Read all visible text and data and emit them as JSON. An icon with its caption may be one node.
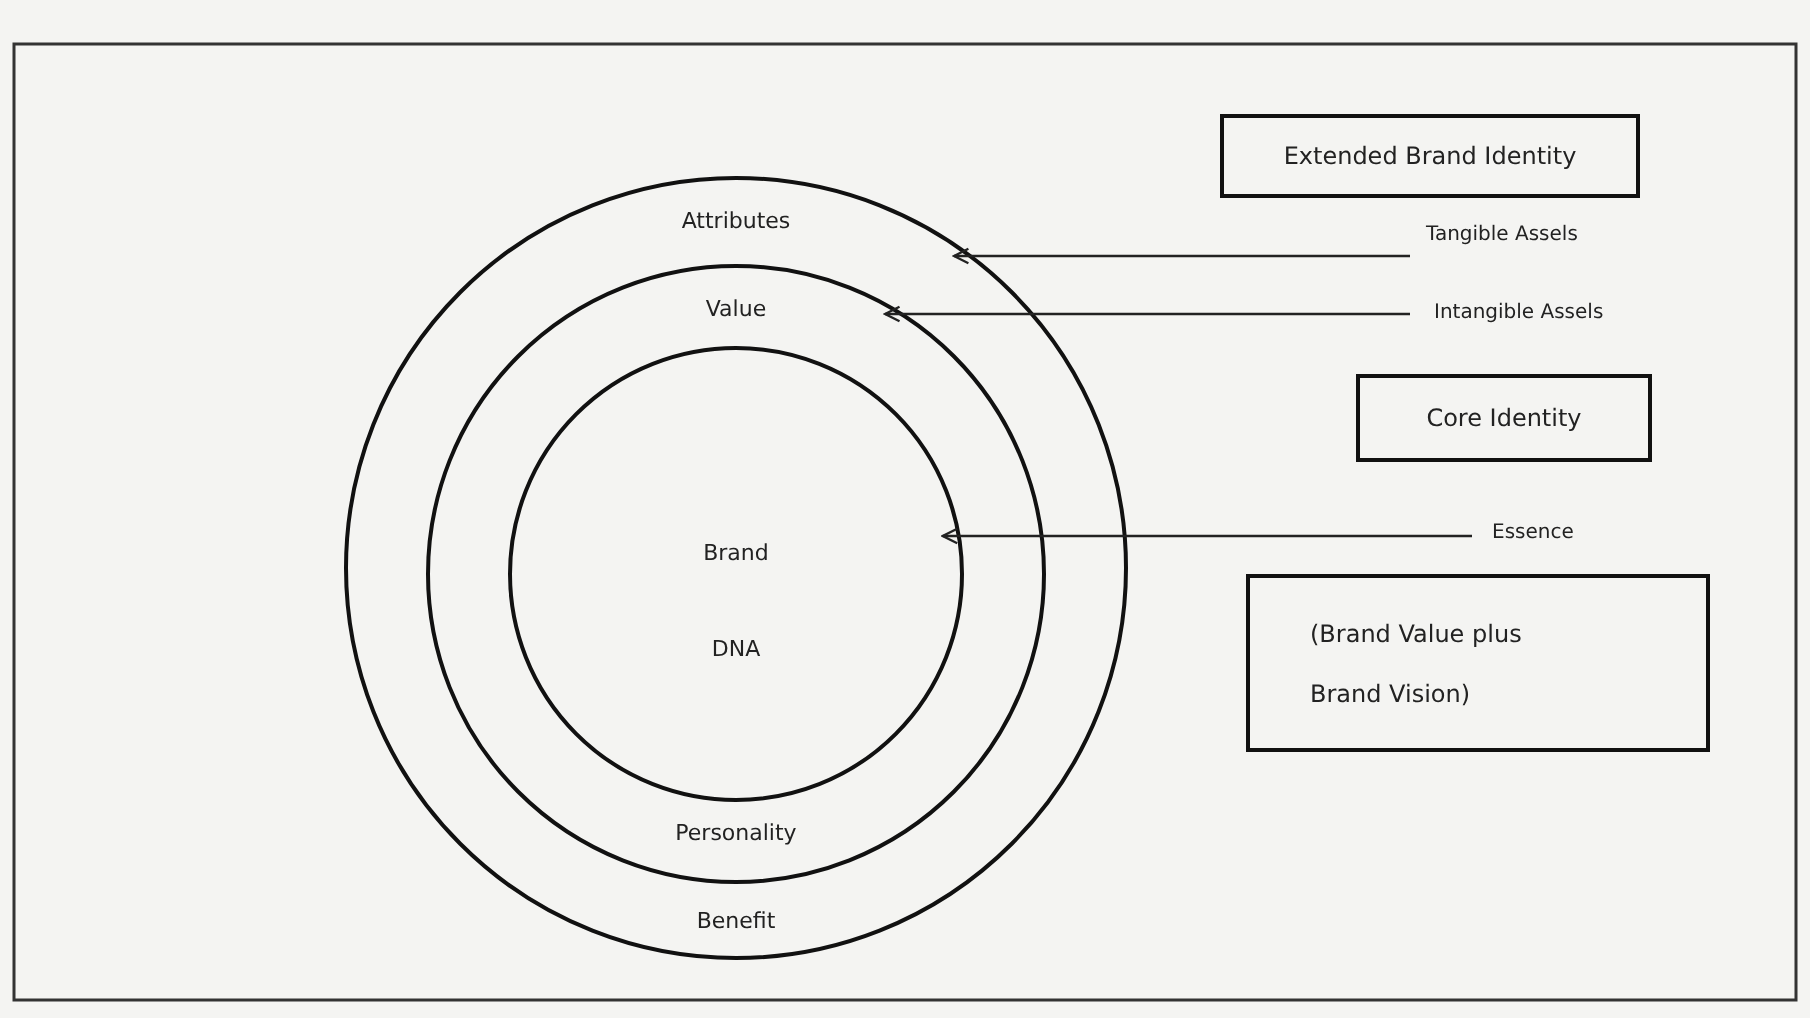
{
  "diagram": {
    "nodes": [
      {
        "text": [
          "Attributes",
          "Benefit"
        ]
      },
      {
        "text": [
          "Value",
          "Personality"
        ],
        "in": 0
      },
      {
        "text": [
          "Brand DNA"
        ],
        "in": 1
      },
      {
        "text": [
          "Extended Brand Identity"
        ]
      },
      {
        "text": [
          "Tangible Assels"
        ]
      },
      {
        "text": [
          "Intangible Assels"
        ]
      },
      {
        "text": [
          "Core Identity"
        ]
      },
      {
        "text": [
          "Essence"
        ]
      },
      {
        "text": [
          "(Brand Value plus Brand Vision)"
        ]
      }
    ],
    "edges": [
      {
        "from": 4,
        "to": 0,
        "arrow": "to"
      },
      {
        "from": 5,
        "to": 1,
        "arrow": "to"
      },
      {
        "from": 7,
        "to": 2,
        "arrow": "to"
      }
    ]
  }
}
